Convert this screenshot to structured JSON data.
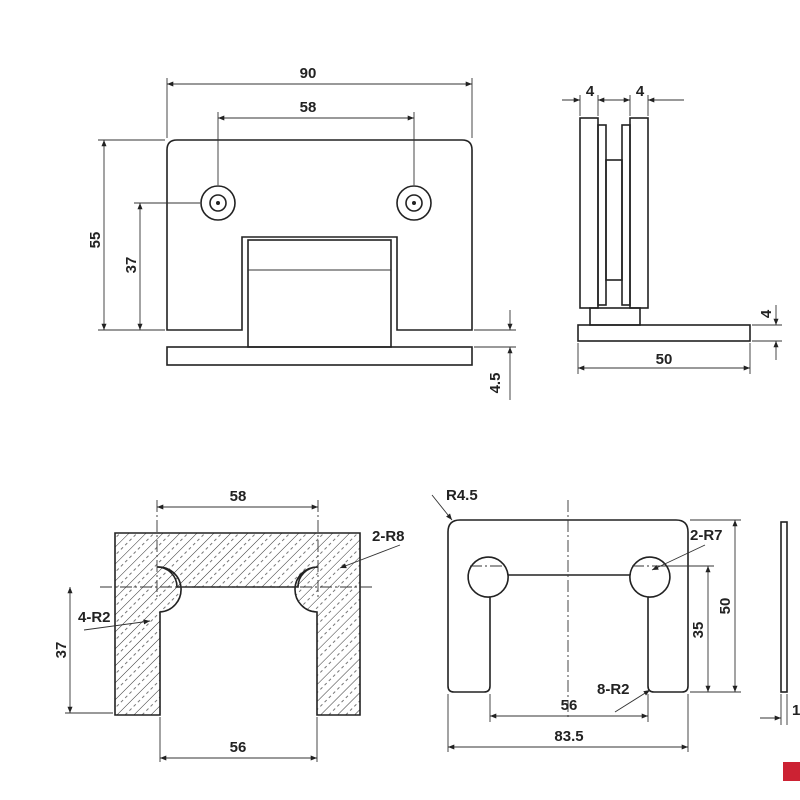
{
  "front_view": {
    "width": "90",
    "hole_spacing": "58",
    "height": "55",
    "hole_height": "37",
    "base_thickness": "4.5"
  },
  "side_view": {
    "left_thickness": "4",
    "right_thickness": "4",
    "base_thickness": "4",
    "base_length": "50"
  },
  "glass_cutout": {
    "hole_spacing": "58",
    "hole_radius": "2-R8",
    "corner_radius": "4-R2",
    "depth": "37",
    "opening_width": "56"
  },
  "plate_view": {
    "corner_radius": "R4.5",
    "hole_radius": "2-R7",
    "hole_height": "35",
    "height": "50",
    "opening_width": "56",
    "width": "83.5",
    "inner_radius": "8-R2"
  },
  "edge_view": {
    "thickness": "1"
  },
  "colors": {
    "line": "#222222",
    "accent": "#cc2233"
  }
}
